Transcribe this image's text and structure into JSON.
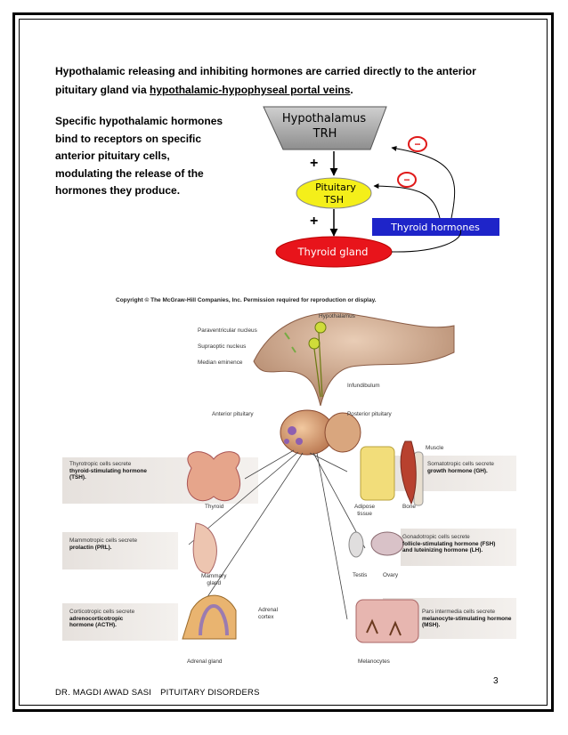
{
  "intro": {
    "text_before": "Hypothalamic releasing and inhibiting hormones are carried directly to the anterior pituitary gland via ",
    "link": "hypothalamic-hypophyseal portal veins",
    "text_after": "."
  },
  "side_text": [
    "Specific hypothalamic hormones",
    "bind to receptors on specific",
    "anterior pituitary cells,",
    "modulating the release of the",
    "hormones they produce."
  ],
  "feedback_diagram": {
    "hypothalamus": "Hypothalamus",
    "trh": "TRH",
    "pituitary": "Pituitary",
    "tsh": "TSH",
    "thyroid_gland": "Thyroid gland",
    "thyroid_hormones": "Thyroid hormones",
    "plus": "+",
    "minus": "−"
  },
  "anatomy_figure": {
    "copyright": "Copyright © The McGraw-Hill Companies, Inc. Permission required for reproduction or display.",
    "labels": {
      "hypothalamus": "Hypothalamus",
      "paraventricular": "Paraventricular nucleus",
      "supraoptic": "Supraoptic nucleus",
      "median_eminence": "Median eminence",
      "infundibulum": "Infundibulum",
      "anterior_pituitary": "Anterior pituitary",
      "posterior_pituitary": "Posterior pituitary",
      "muscle": "Muscle",
      "thyroid": "Thyroid",
      "adipose": [
        "Adipose",
        "tissue"
      ],
      "bone": "Bone",
      "testis": "Testis",
      "ovary": "Ovary",
      "mammary": [
        "Mammary",
        "gland"
      ],
      "adrenal_cortex": [
        "Adrenal",
        "cortex"
      ],
      "adrenal_gland": "Adrenal gland",
      "melanocytes": "Melanocytes"
    },
    "panels": {
      "thyrotropic": {
        "plain": "Thyrotropic cells secrete",
        "bold": [
          "thyroid-stimulating hormone",
          "(TSH)."
        ]
      },
      "somatotropic": {
        "plain": "Somatotropic cells secrete",
        "bold": [
          "growth hormone (GH)."
        ]
      },
      "mammotropic": {
        "plain": "Mammotropic cells secrete",
        "bold": [
          "prolactin (PRL)."
        ]
      },
      "gonadotropic": {
        "plain": "Gonadotropic cells secrete",
        "bold": [
          "follicle-stimulating hormone (FSH)",
          "and luteinizing hormone (LH)."
        ]
      },
      "corticotropic": {
        "plain": "Corticotropic cells secrete",
        "bold": [
          "adrenocorticotropic",
          "hormone (ACTH)."
        ]
      },
      "intermedia": {
        "plain": "Pars intermedia cells secrete",
        "bold": [
          "melanocyte-stimulating hormone",
          "(MSH)."
        ]
      }
    }
  },
  "page_number": "3",
  "footer": {
    "author": "DR. MAGDI AWAD SASI",
    "title": "PITUITARY DISORDERS"
  }
}
